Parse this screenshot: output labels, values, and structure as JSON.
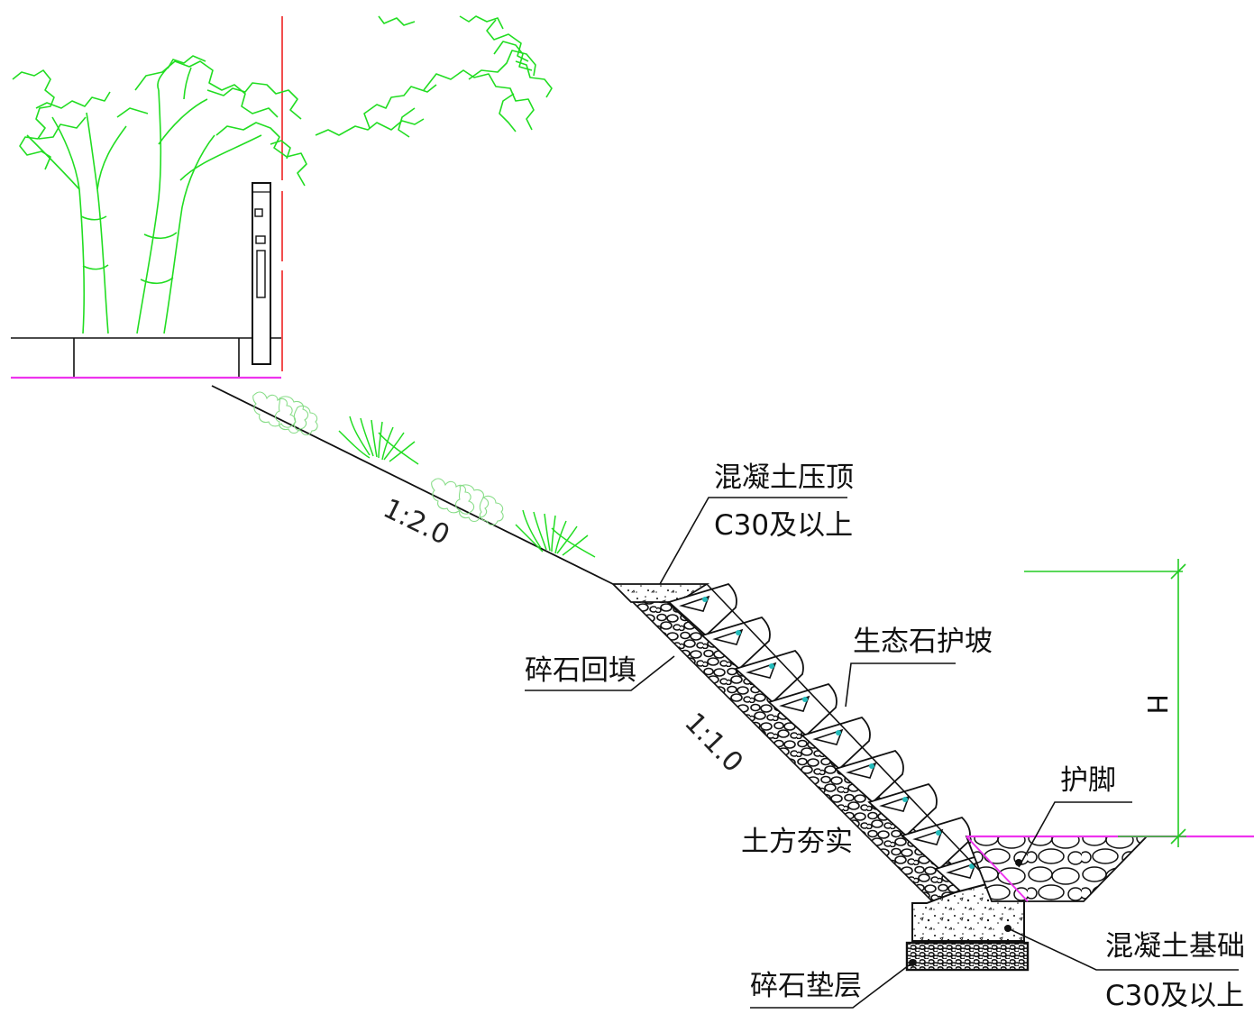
{
  "labels": {
    "cap_name": "混凝土压顶",
    "cap_grade": "C30及以上",
    "eco_slope": "生态石护坡",
    "gravel_backfill": "碎石回填",
    "toe": "护脚",
    "compacted_earth": "土方夯实",
    "foundation_name": "混凝土基础",
    "foundation_grade": "C30及以上",
    "gravel_cushion": "碎石垫层"
  },
  "slopes": {
    "upper_ratio": "1:2.0",
    "lower_ratio": "1:1.0"
  },
  "dimension": {
    "height_label": "H"
  },
  "colors": {
    "vegetation": "#22dd22",
    "grade_line": "#ee33ee",
    "axis_line": "#ee2222",
    "drain_marker": "#22bbbb",
    "linework": "#111111"
  }
}
